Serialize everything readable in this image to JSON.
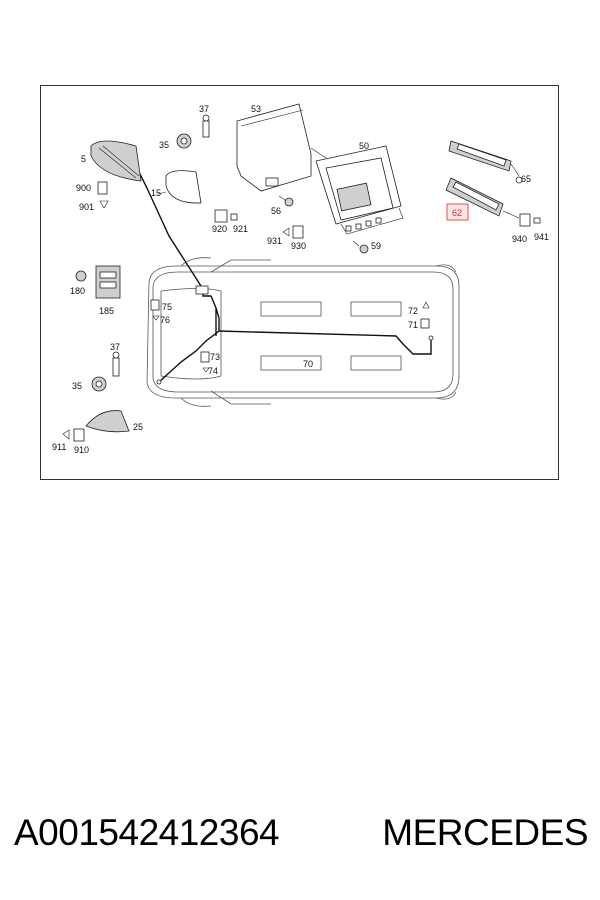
{
  "diagram": {
    "highlighted_callout": "62",
    "callouts": [
      "37",
      "53",
      "35",
      "5",
      "50",
      "65",
      "15",
      "900",
      "901",
      "56",
      "62",
      "920",
      "921",
      "931",
      "930",
      "59",
      "940",
      "941",
      "180",
      "185",
      "75",
      "76",
      "72",
      "71",
      "70",
      "73",
      "74",
      "37",
      "35",
      "25",
      "911",
      "910"
    ]
  },
  "footer": {
    "part_number": "A001542412364",
    "brand": "MERCEDES"
  }
}
